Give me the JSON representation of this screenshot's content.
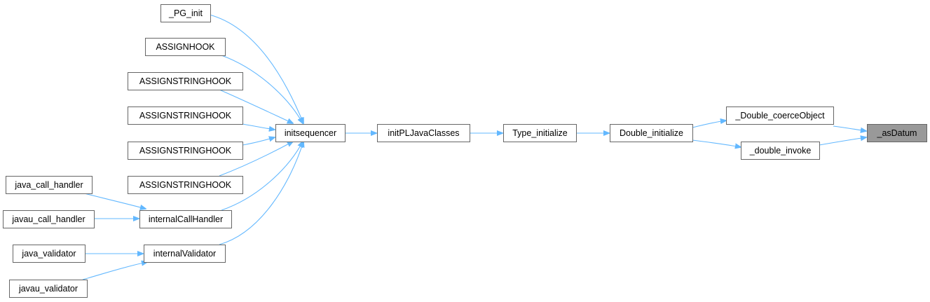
{
  "graph": {
    "type": "call-graph",
    "direction": "right-to-left-callers",
    "colors": {
      "edge": "#63b8ff",
      "border": "#666666",
      "highlight": "#999999",
      "background": "#ffffff"
    },
    "nodes": [
      {
        "id": "pg_init",
        "label": "_PG_init"
      },
      {
        "id": "assignhook",
        "label": "ASSIGNHOOK"
      },
      {
        "id": "ash1",
        "label": "ASSIGNSTRINGHOOK"
      },
      {
        "id": "ash2",
        "label": "ASSIGNSTRINGHOOK"
      },
      {
        "id": "ash3",
        "label": "ASSIGNSTRINGHOOK"
      },
      {
        "id": "ash4",
        "label": "ASSIGNSTRINGHOOK"
      },
      {
        "id": "java_call_handler",
        "label": "java_call_handler"
      },
      {
        "id": "javau_call_handler",
        "label": "javau_call_handler"
      },
      {
        "id": "internalCallHandler",
        "label": "internalCallHandler"
      },
      {
        "id": "java_validator",
        "label": "java_validator"
      },
      {
        "id": "javau_validator",
        "label": "javau_validator"
      },
      {
        "id": "internalValidator",
        "label": "internalValidator"
      },
      {
        "id": "initsequencer",
        "label": "initsequencer"
      },
      {
        "id": "initPLJavaClasses",
        "label": "initPLJavaClasses"
      },
      {
        "id": "Type_initialize",
        "label": "Type_initialize"
      },
      {
        "id": "Double_initialize",
        "label": "Double_initialize"
      },
      {
        "id": "_Double_coerceObject",
        "label": "_Double_coerceObject"
      },
      {
        "id": "_double_invoke",
        "label": "_double_invoke"
      },
      {
        "id": "_asDatum",
        "label": "_asDatum",
        "highlighted": true
      }
    ],
    "edges": [
      {
        "from": "pg_init",
        "to": "initsequencer"
      },
      {
        "from": "assignhook",
        "to": "initsequencer"
      },
      {
        "from": "ash1",
        "to": "initsequencer"
      },
      {
        "from": "ash2",
        "to": "initsequencer"
      },
      {
        "from": "ash3",
        "to": "initsequencer"
      },
      {
        "from": "ash4",
        "to": "initsequencer"
      },
      {
        "from": "internalCallHandler",
        "to": "initsequencer"
      },
      {
        "from": "internalValidator",
        "to": "initsequencer"
      },
      {
        "from": "java_call_handler",
        "to": "internalCallHandler"
      },
      {
        "from": "javau_call_handler",
        "to": "internalCallHandler"
      },
      {
        "from": "java_validator",
        "to": "internalValidator"
      },
      {
        "from": "javau_validator",
        "to": "internalValidator"
      },
      {
        "from": "initsequencer",
        "to": "initPLJavaClasses"
      },
      {
        "from": "initPLJavaClasses",
        "to": "Type_initialize"
      },
      {
        "from": "Type_initialize",
        "to": "Double_initialize"
      },
      {
        "from": "Double_initialize",
        "to": "_Double_coerceObject"
      },
      {
        "from": "Double_initialize",
        "to": "_double_invoke"
      },
      {
        "from": "_Double_coerceObject",
        "to": "_asDatum"
      },
      {
        "from": "_double_invoke",
        "to": "_asDatum"
      }
    ]
  }
}
